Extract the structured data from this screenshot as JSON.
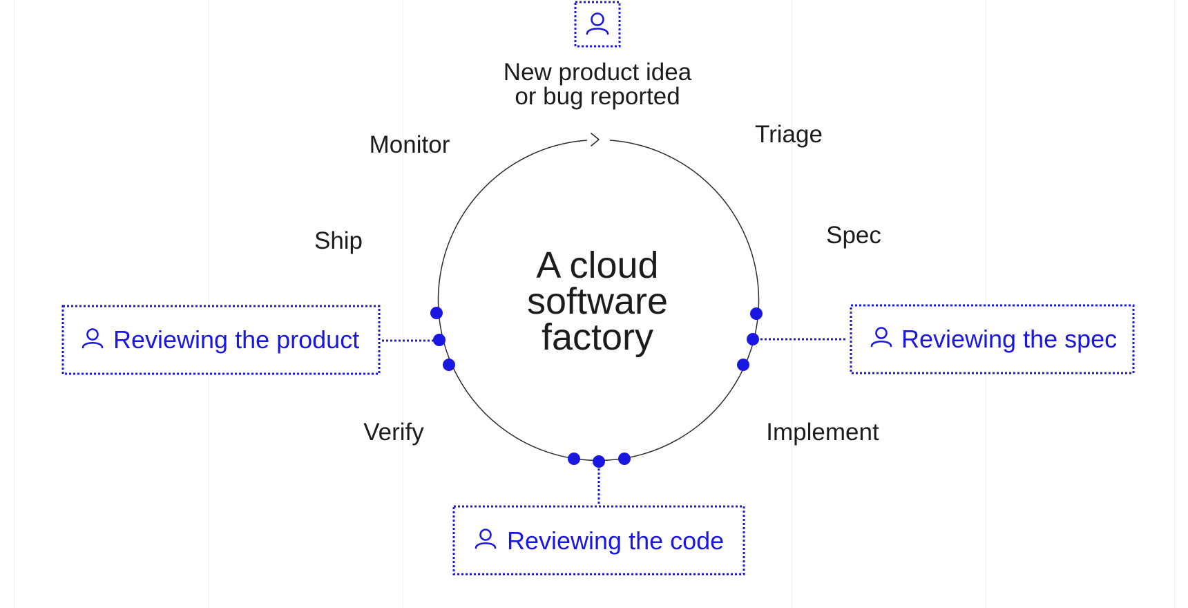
{
  "colors": {
    "accent": "#1a17e0",
    "text": "#1c1c1c",
    "gridline": "#eeeeef",
    "circle": "#2a2a2a"
  },
  "start": {
    "icon": "user-icon",
    "line1": "New product idea",
    "line2": "or bug reported"
  },
  "center": {
    "line1": "A cloud",
    "line2": "software",
    "line3": "factory"
  },
  "stages": {
    "monitor": "Monitor",
    "triage": "Triage",
    "ship": "Ship",
    "spec": "Spec",
    "verify": "Verify",
    "implement": "Implement"
  },
  "reviews": {
    "product": {
      "label": "Reviewing the product",
      "icon": "user-icon"
    },
    "spec": {
      "label": "Reviewing the spec",
      "icon": "user-icon"
    },
    "code": {
      "label": "Reviewing the code",
      "icon": "user-icon"
    }
  }
}
